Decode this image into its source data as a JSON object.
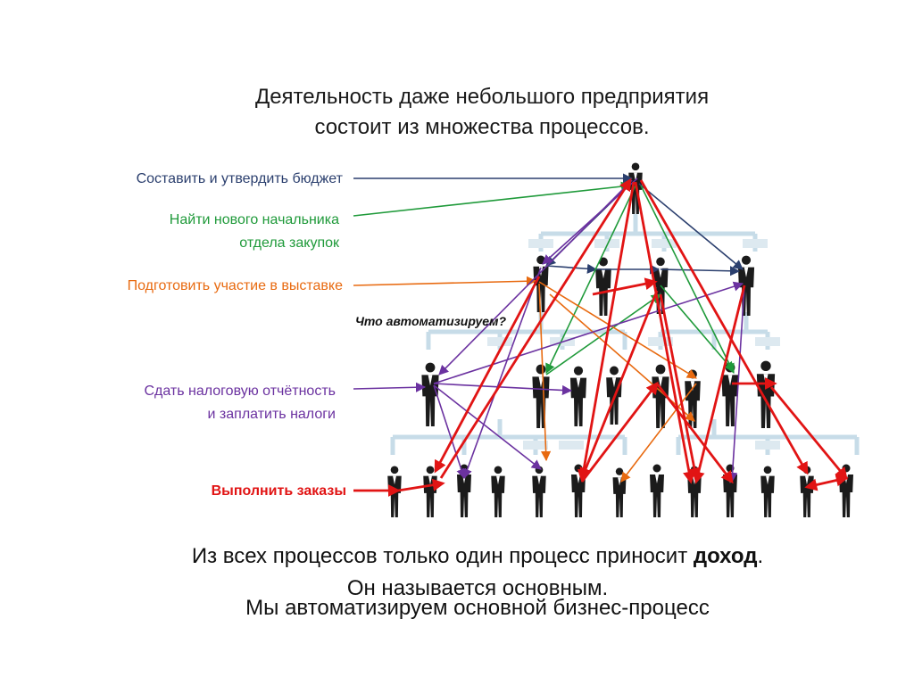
{
  "title": {
    "line1": "Деятельность даже небольшого предприятия",
    "line2": "состоит из множества процессов."
  },
  "labels": {
    "budget": "Составить и утвердить бюджет",
    "boss_line1": "Найти нового начальника",
    "boss_line2": "отдела закупок",
    "exhibition": "Подготовить участие в выставке",
    "tax_line1": "Сдать налоговую отчётность",
    "tax_line2": "и заплатить налоги",
    "orders": "Выполнить заказы"
  },
  "question": "Что автоматизируем?",
  "bottom": {
    "line1_prefix": "Из всех процессов только один процесс приносит ",
    "line1_bold": "доход",
    "line1_suffix": ".",
    "line2": "Он называется основным.",
    "line3": "Мы автоматизируем основной бизнес-процесс"
  },
  "colors": {
    "budget": "#2b3f6e",
    "boss": "#1f9a3a",
    "exhibition": "#e86a10",
    "tax": "#6b32a0",
    "orders": "#e11414",
    "org_chart": "#c7dce8"
  }
}
